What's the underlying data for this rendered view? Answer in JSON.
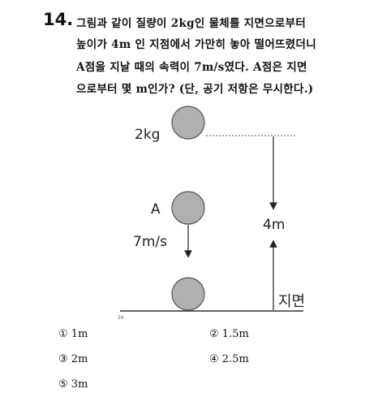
{
  "question": {
    "number": "14.",
    "lines": [
      "그림과 같이 질량이 2kg인 물체를 지면으로부터",
      "높이가 4m 인 지점에서 가만히 놓아 떨어뜨렸더니",
      "A점을 지날 때의 속력이 7m/s였다. A점은 지면",
      "으로부터 몇 m인가? (단, 공기 저항은 무시한다.)"
    ]
  },
  "figure": {
    "mass_label": "2kg",
    "point_label": "A",
    "velocity_label": "7m/s",
    "height_label": "4m",
    "ground_label": "지면",
    "corner_mark": "26"
  },
  "choices": [
    {
      "mark": "①",
      "text": "1m"
    },
    {
      "mark": "②",
      "text": "1.5m"
    },
    {
      "mark": "③",
      "text": "2m"
    },
    {
      "mark": "④",
      "text": "2.5m"
    },
    {
      "mark": "⑤",
      "text": "3m"
    }
  ]
}
